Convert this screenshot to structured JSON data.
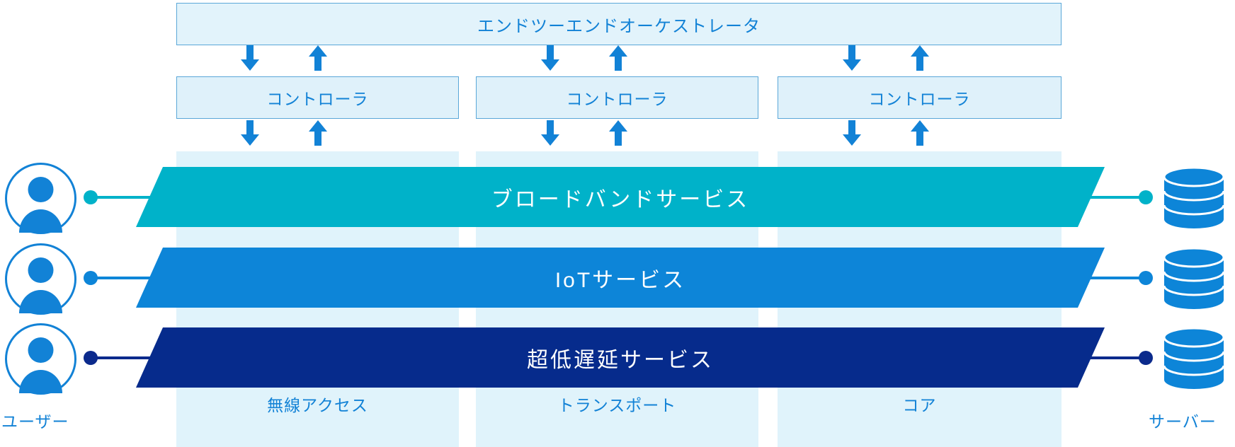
{
  "diagram": {
    "title_text": "エンドツーエンドオーケストレータ",
    "orchestrator": {
      "label": "エンドツーエンドオーケストレータ",
      "fill": "#e2f3fb",
      "border": "#5aa7d8",
      "text_color": "#1282d6"
    },
    "controllers": [
      {
        "label": "コントローラ"
      },
      {
        "label": "コントローラ"
      },
      {
        "label": "コントローラ"
      }
    ],
    "arrows": {
      "down_icon": "arrow-down-icon",
      "up_icon": "arrow-up-icon",
      "color": "#1282d6"
    },
    "domains": [
      {
        "label": "無線アクセス",
        "fill": "#e0f3fb"
      },
      {
        "label": "トランスポート",
        "fill": "#e0f3fb"
      },
      {
        "label": "コア",
        "fill": "#e0f3fb"
      }
    ],
    "services": [
      {
        "label": "ブロードバンドサービス",
        "color": "#00b2c9",
        "text_color": "#ffffff"
      },
      {
        "label": "IoTサービス",
        "color": "#0d85d8",
        "text_color": "#ffffff"
      },
      {
        "label": "超低遅延サービス",
        "color": "#062b8c",
        "text_color": "#ffffff"
      }
    ],
    "endpoints": {
      "user_label": "ユーザー",
      "user_icon": "user-avatar-icon",
      "server_label": "サーバー",
      "server_icon": "database-cylinder-icon",
      "user_icon_color": "#1282d6",
      "server_icon_color": "#0d85d8"
    },
    "connectors": [
      {
        "color": "#00b2c9"
      },
      {
        "color": "#0d85d8"
      },
      {
        "color": "#0b2a8c"
      }
    ],
    "palette": {
      "teal": "#00b2c9",
      "blue": "#0d85d8",
      "navy": "#062b8c",
      "light_blue": "#e0f3fb",
      "accent_text": "#1282d6",
      "background": "#ffffff"
    }
  }
}
